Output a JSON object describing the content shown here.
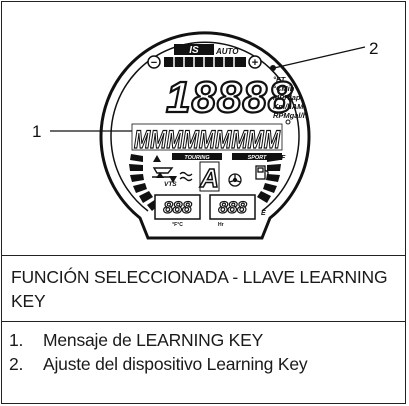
{
  "figure": {
    "callout_1": "1",
    "callout_2": "2",
    "gauge": {
      "brand": "IS",
      "auto_label": "AUTO",
      "minus_symbol": "−",
      "plus_symbol": "+",
      "main_digits": "18888",
      "unit_labels": [
        "°FT",
        "°CMin",
        "MPHlap",
        "Km/hAM",
        "RPMgal/h"
      ],
      "segment_chars": "MMMMMMMMM",
      "mode_touring": "TOURING",
      "mode_sport": "SPORT",
      "gear_char": "A",
      "vts_label": "VTS",
      "fuel_full": "F",
      "fuel_empty": "E",
      "temp_digits": "888",
      "temp_unit": "°F°C",
      "hour_digits": "888",
      "hour_unit": "Hr"
    }
  },
  "caption": "FUNCIÓN SELECCIONADA - LLAVE LEARNING KEY",
  "legend": [
    {
      "number": "1.",
      "text": "Mensaje de LEARNING KEY"
    },
    {
      "number": "2.",
      "text": "Ajuste del dispositivo Learning Key"
    }
  ]
}
